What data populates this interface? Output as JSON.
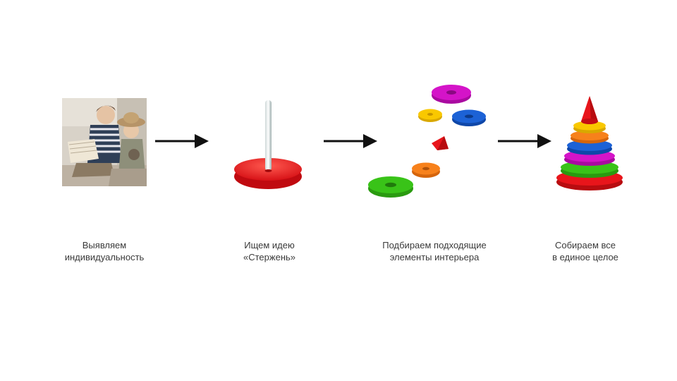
{
  "steps": [
    {
      "line1": "Выявляем",
      "line2": "индивидуальность",
      "icon": "kids-reading-photo"
    },
    {
      "line1": "Ищем идею",
      "line2": "«Стержень»",
      "icon": "pyramid-rod-base-icon"
    },
    {
      "line1": "Подбираем подходящие",
      "line2": "элементы интерьера",
      "icon": "scattered-rings-icon"
    },
    {
      "line1": "Собираем все",
      "line2": "в единое целое",
      "icon": "assembled-pyramid-icon"
    }
  ],
  "arrows": 3,
  "colors": {
    "red": "#e8151b",
    "orange": "#f7811b",
    "yellow": "#f9c800",
    "green": "#39c318",
    "blue": "#1c62d6",
    "magenta": "#d414c8",
    "arrow": "#111111",
    "text": "#3a3a3a"
  }
}
